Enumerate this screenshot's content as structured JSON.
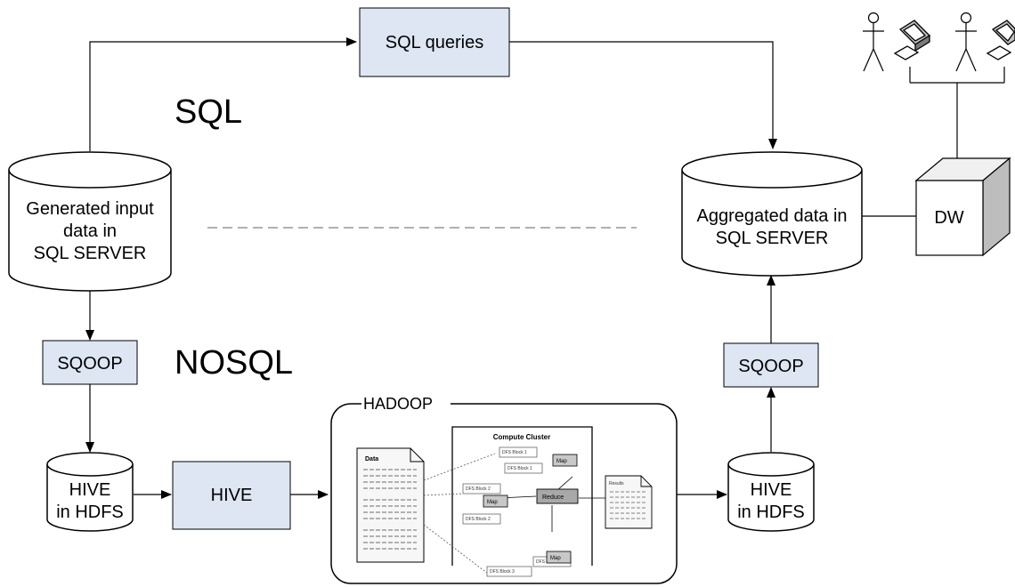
{
  "labels": {
    "sql_section": "SQL",
    "nosql_section": "NOSQL",
    "sql_queries": "SQL queries",
    "source_db": [
      "Generated input",
      "data in",
      "SQL SERVER"
    ],
    "target_db": [
      "Aggregated data in",
      "SQL SERVER"
    ],
    "dw": "DW",
    "sqoop_left": "SQOOP",
    "sqoop_right": "SQOOP",
    "hive_hdfs_left": [
      "HIVE",
      "in HDFS"
    ],
    "hive_process": "HIVE",
    "hive_hdfs_right": [
      "HIVE",
      "in HDFS"
    ],
    "hadoop": "HADOOP"
  },
  "hadoop_thumbnail": {
    "title": "Compute Cluster",
    "data_label": "Data",
    "results_label": "Results",
    "reduce_label": "Reduce",
    "map_labels": [
      "Map",
      "Map",
      "Map"
    ],
    "blocks": [
      "DFS Block 1",
      "DFS Block 1",
      "DFS Block 2",
      "DFS Block 2",
      "DFS Block 3",
      "DFS Block 3"
    ]
  },
  "colors": {
    "process_box_fill": "#dde6f2",
    "line": "#000000",
    "dashed_separator": "#808080"
  },
  "icons": [
    "user-icon",
    "workstation-icon",
    "user-icon",
    "workstation-icon"
  ]
}
